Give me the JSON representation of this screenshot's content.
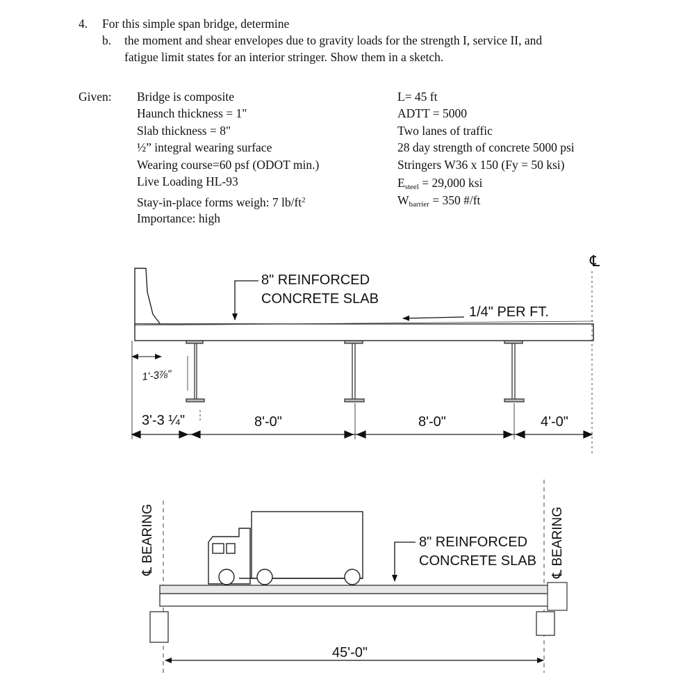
{
  "problem": {
    "number": "4.",
    "intro": "For this simple span bridge, determine",
    "part_letter": "b.",
    "part_line1": "the moment and shear envelopes due to gravity loads for the strength I, service II, and",
    "part_line2": "fatigue limit states for an interior stringer.  Show them in a sketch."
  },
  "given": {
    "label": "Given:",
    "left": [
      "Bridge is composite",
      "Haunch thickness = 1\"",
      "Slab thickness = 8\"",
      "½” integral wearing surface",
      "Wearing course=60 psf (ODOT min.)",
      "Live Loading HL-93"
    ],
    "forms_text": "Stay-in-place forms weigh: 7 lb/ft",
    "forms_sup": "2",
    "importance": "Importance: high",
    "right": [
      "L= 45 ft",
      "ADTT = 5000",
      "Two lanes of traffic",
      "28 day strength of concrete 5000 psi",
      "Stringers W36 x 150 (Fy = 50 ksi)"
    ],
    "esteel_main": "E",
    "esteel_sub": "steel",
    "esteel_rest": " = 29,000 ksi",
    "wbarrier_main": "W",
    "wbarrier_sub": "barrier",
    "wbarrier_rest": " = 350 #/ft"
  },
  "cross_section": {
    "slab_label_1": "8\" REINFORCED",
    "slab_label_2": "CONCRETE SLAB",
    "slope_label": "1/4\" PER FT.",
    "centerline_symbol": "℄",
    "overhang_note": "1'-3⅞\"",
    "dims": [
      "3'-3 ¼\"",
      "8'-0\"",
      "8'-0\"",
      "4'-0\""
    ]
  },
  "elevation": {
    "left_bearing": "℄ BEARING",
    "right_bearing": "℄ BEARING",
    "slab_label_1": "8\" REINFORCED",
    "slab_label_2": "CONCRETE SLAB",
    "span": "45'-0\""
  }
}
